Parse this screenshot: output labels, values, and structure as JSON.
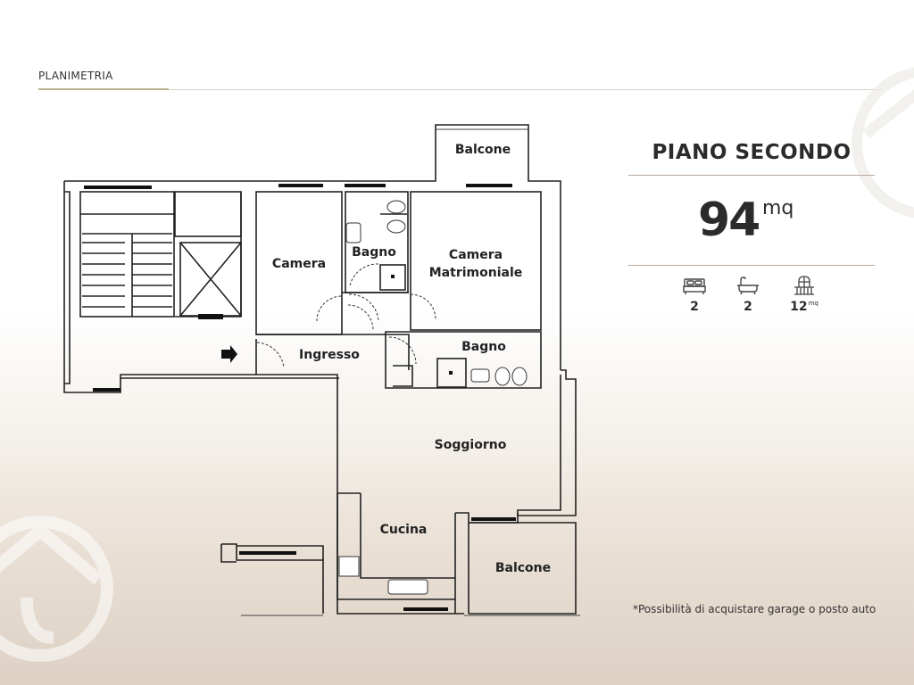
{
  "header": {
    "title": "PLANIMETRIA"
  },
  "info": {
    "floor_title": "PIANO SECONDO",
    "area_value": "94",
    "area_unit": "mq",
    "features": [
      {
        "icon": "bed-icon",
        "value": "2",
        "unit": ""
      },
      {
        "icon": "bathtub-icon",
        "value": "2",
        "unit": ""
      },
      {
        "icon": "balcony-icon",
        "value": "12",
        "unit": "mq"
      }
    ]
  },
  "note": "*Possibilità di acquistare garage o posto auto",
  "plan": {
    "rooms": {
      "balcone_top": "Balcone",
      "camera": "Camera",
      "bagno_top": "Bagno",
      "camera_matrimoniale_1": "Camera",
      "camera_matrimoniale_2": "Matrimoniale",
      "ingresso": "Ingresso",
      "bagno_bottom": "Bagno",
      "soggiorno": "Soggiorno",
      "cucina": "Cucina",
      "balcone_bottom": "Balcone"
    }
  }
}
